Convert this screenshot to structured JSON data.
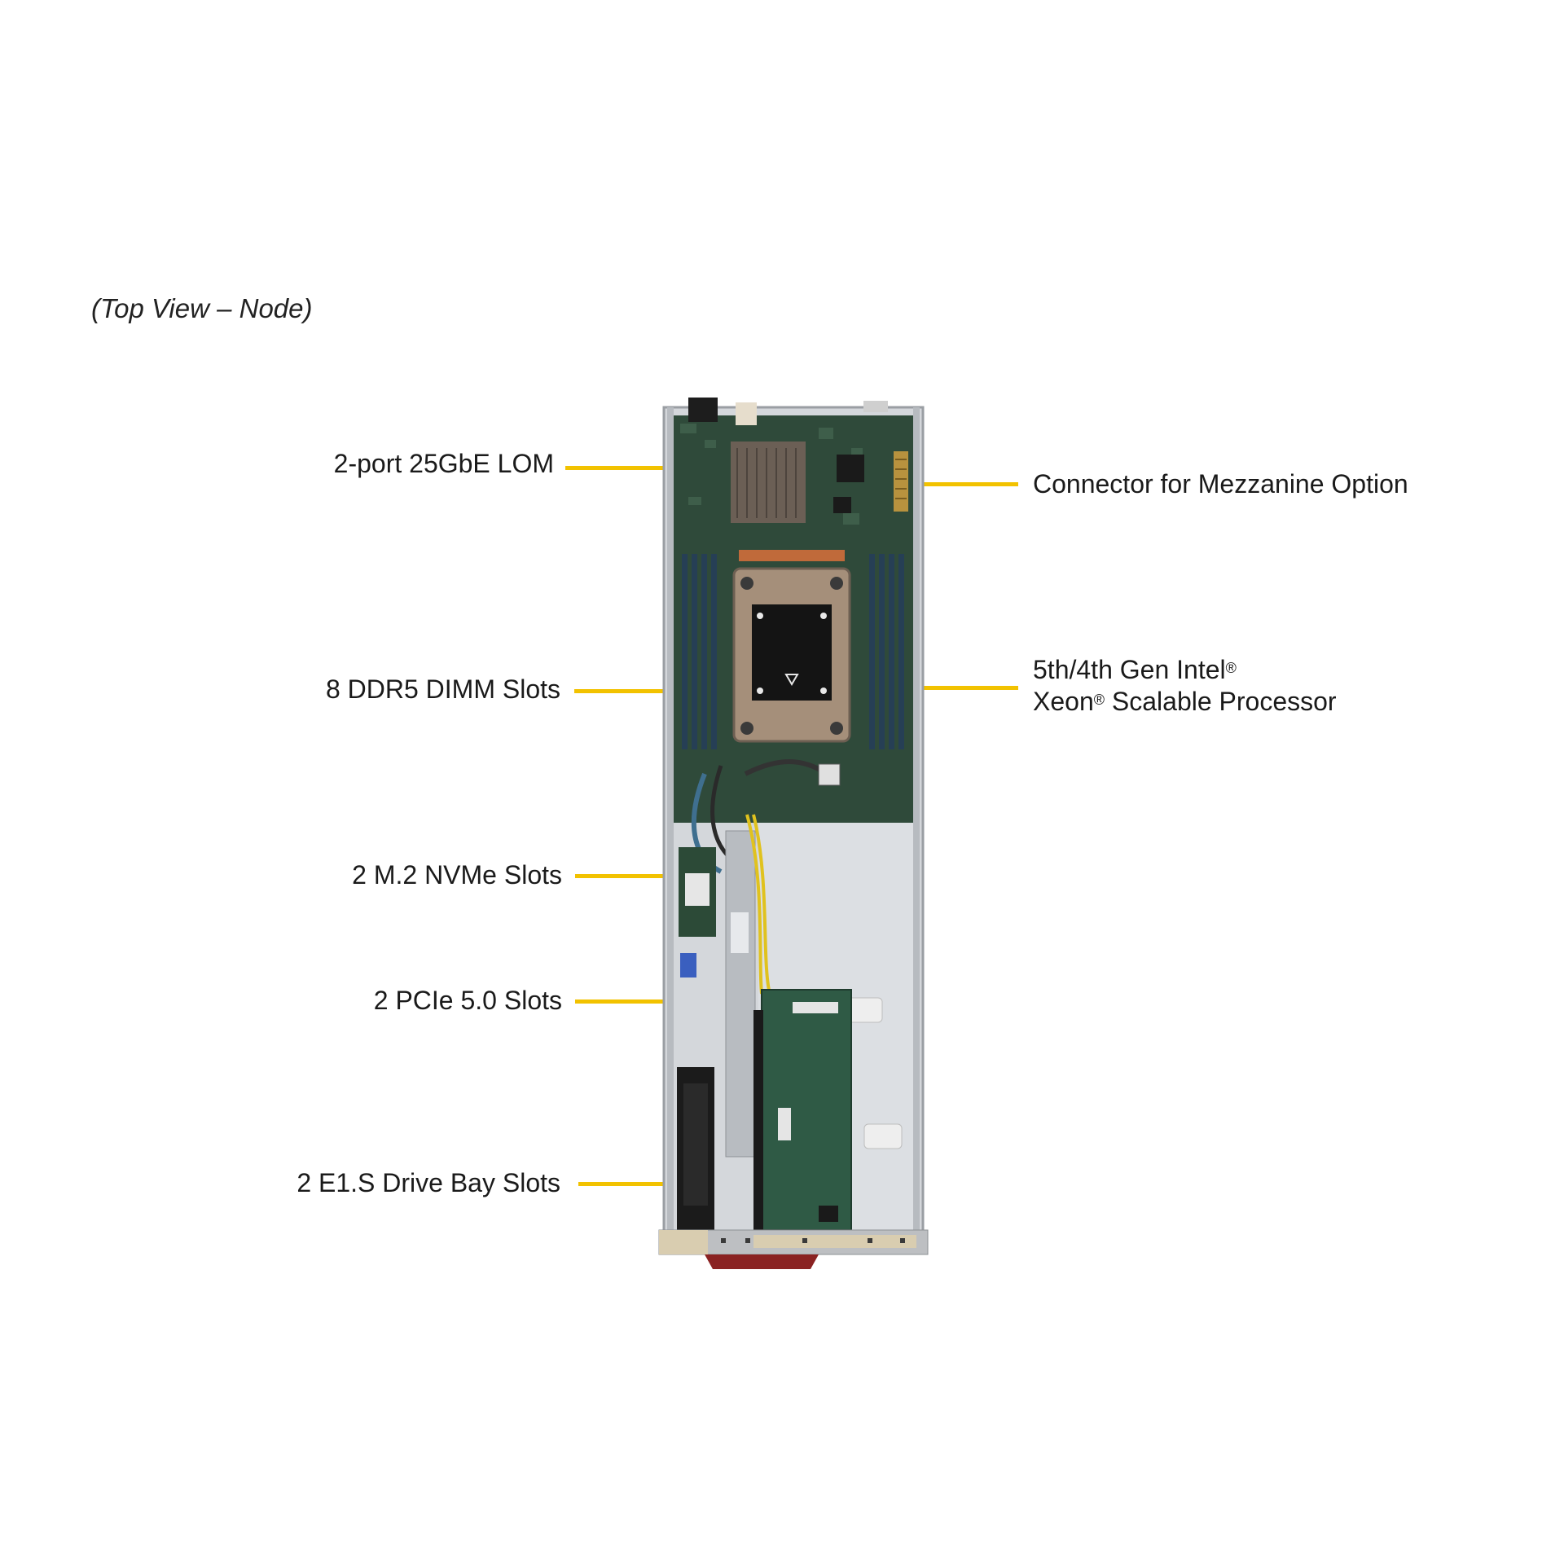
{
  "caption": "(Top View – Node)",
  "colors": {
    "leader_line": "#f2c200",
    "pcb_green": "#2f4a3a",
    "chassis_grey": "#c9ccd0"
  },
  "callouts": {
    "lom": "2-port 25GbE LOM",
    "dimm": "8 DDR5 DIMM Slots",
    "nvme": "2 M.2 NVMe Slots",
    "pcie": "2 PCIe 5.0 Slots",
    "e1s": "2 E1.S Drive Bay Slots",
    "mezzanine": "Connector for Mezzanine Option",
    "processor_line1": "5th/4th Gen Intel",
    "processor_line2_pre": "Xeon",
    "processor_line2_post": " Scalable Processor",
    "registered": "®"
  }
}
